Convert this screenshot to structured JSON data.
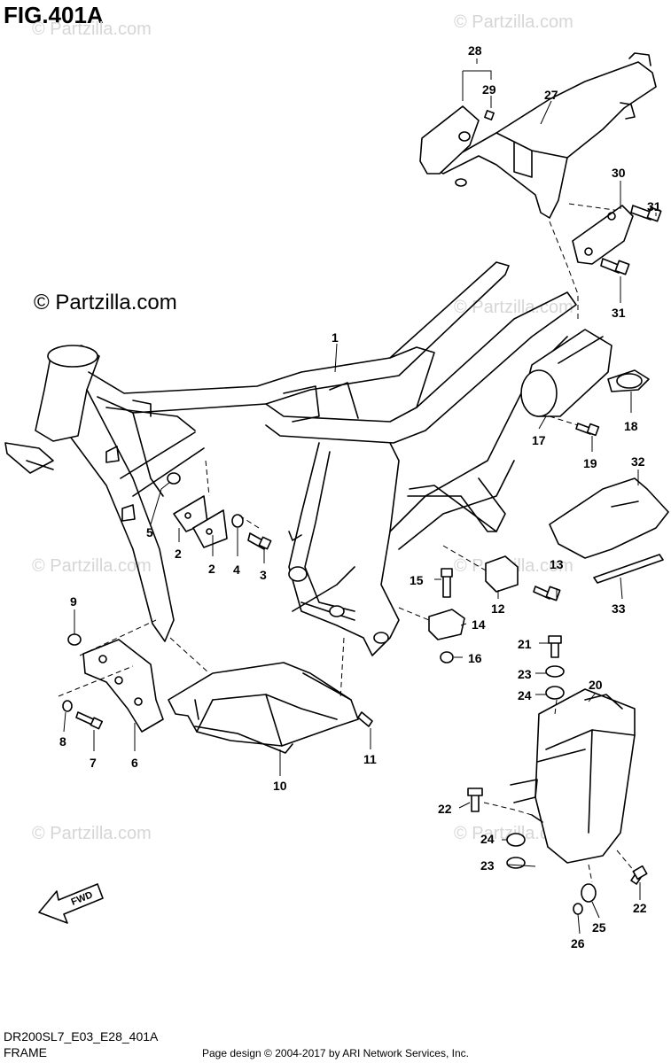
{
  "figure": {
    "title": "FIG.401A",
    "model_code": "DR200SL7_E03_E28_401A",
    "section_name": "FRAME",
    "copyright": "Page design © 2004-2017 by ARI Network Services, Inc.",
    "watermark": "© Partzilla.com",
    "fwd_label": "FWD"
  },
  "callouts": [
    "1",
    "2",
    "2",
    "3",
    "4",
    "5",
    "6",
    "7",
    "8",
    "9",
    "10",
    "11",
    "12",
    "13",
    "14",
    "15",
    "16",
    "17",
    "18",
    "19",
    "20",
    "21",
    "22",
    "22",
    "23",
    "23",
    "24",
    "24",
    "25",
    "26",
    "27",
    "28",
    "29",
    "30",
    "31",
    "31",
    "32",
    "33"
  ]
}
